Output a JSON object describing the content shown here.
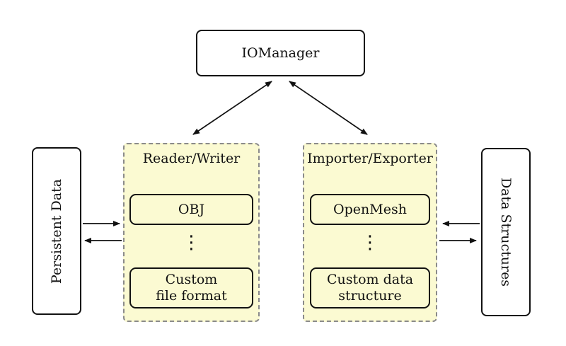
{
  "diagram": {
    "iomanager": {
      "label": "IOManager"
    },
    "persistent_data": {
      "label": "Persistent Data"
    },
    "data_structures": {
      "label": "Data Structures"
    },
    "reader_writer": {
      "title": "Reader/Writer",
      "items": [
        {
          "label": "OBJ"
        },
        {
          "label": "Custom\nfile format"
        }
      ],
      "ellipsis": "⋮"
    },
    "importer_exporter": {
      "title": "Importer/Exporter",
      "items": [
        {
          "label": "OpenMesh"
        },
        {
          "label": "Custom data\nstructure"
        }
      ],
      "ellipsis": "⋮"
    },
    "colors": {
      "container_fill": "#FBFAD2",
      "container_border": "#8A8A8A",
      "box_fill": "#FBFAD2",
      "line": "#111111"
    }
  }
}
